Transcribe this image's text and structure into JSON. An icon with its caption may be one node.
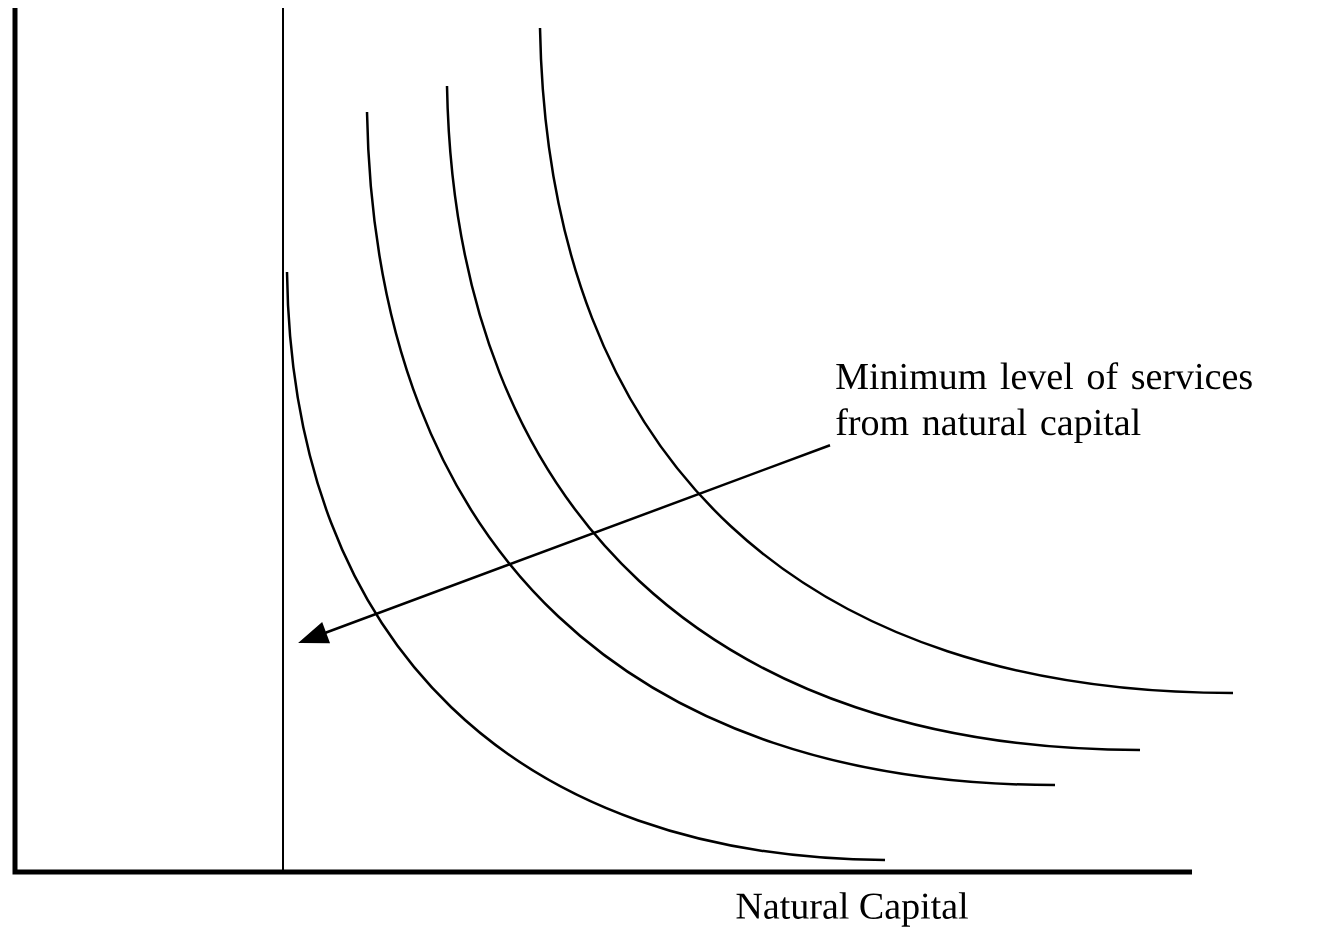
{
  "diagram": {
    "nodes": [
      {
        "text": [
          "Minimum level of services from natural capital"
        ]
      },
      {
        "text": [],
        "shape": "line"
      }
    ],
    "edges": [
      {
        "from": 0,
        "to": 1,
        "arrow": "to"
      }
    ],
    "labels": [
      "Natural Capital"
    ]
  }
}
